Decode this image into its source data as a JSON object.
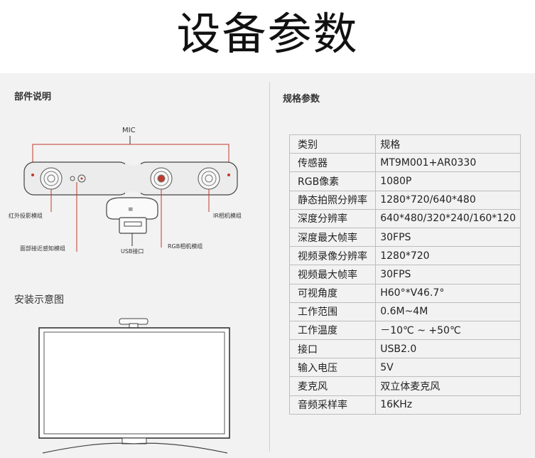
{
  "title": "设备参数",
  "left": {
    "parts_heading": "部件说明",
    "install_heading": "安装示意图",
    "labels": {
      "mic": "MIC",
      "ir_projector": "红外投影模组",
      "ir_camera": "IR相机模组",
      "proximity": "面部接近感知模组",
      "usb": "USB接口",
      "rgb_camera": "RGB相机模组"
    }
  },
  "right": {
    "spec_heading": "规格参数",
    "rows": [
      {
        "k": "类别",
        "v": "规格"
      },
      {
        "k": "传感器",
        "v": "MT9M001+AR0330"
      },
      {
        "k": "RGB像素",
        "v": "1080P"
      },
      {
        "k": "静态拍照分辨率",
        "v": "1280*720/640*480"
      },
      {
        "k": "深度分辨率",
        "v": "640*480/320*240/160*120"
      },
      {
        "k": "深度最大帧率",
        "v": "30FPS"
      },
      {
        "k": "视频录像分辨率",
        "v": "1280*720"
      },
      {
        "k": "视频最大帧率",
        "v": "30FPS"
      },
      {
        "k": "可视角度",
        "v": "H60°*V46.7°"
      },
      {
        "k": "工作范围",
        "v": "0.6M~4M"
      },
      {
        "k": "工作温度",
        "v": "－10℃ ~ +50℃"
      },
      {
        "k": "接口",
        "v": "USB2.0"
      },
      {
        "k": "输入电压",
        "v": "5V"
      },
      {
        "k": "麦克风",
        "v": "双立体麦克风"
      },
      {
        "k": "音频采样率",
        "v": "16KHz"
      }
    ]
  },
  "colors": {
    "accent": "#c0392b",
    "panel": "#f2f2f2",
    "line": "#333333"
  }
}
